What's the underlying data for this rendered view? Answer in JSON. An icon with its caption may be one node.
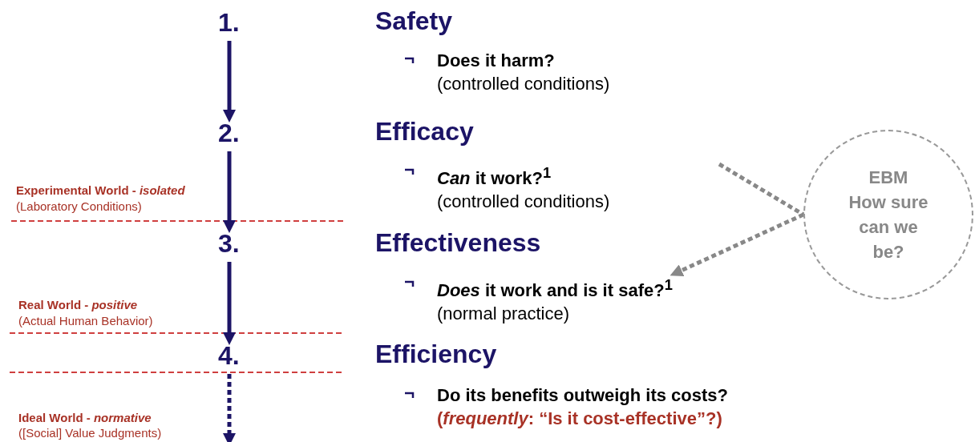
{
  "diagram": {
    "nodes": [
      {
        "text": [
          "1."
        ]
      },
      {
        "text": [
          "2."
        ]
      },
      {
        "text": [
          "3."
        ]
      },
      {
        "text": [
          "4."
        ]
      },
      {
        "text": [
          "EBM",
          "How sure can we be?"
        ]
      },
      {
        "text": [
          "*Can* it work?$^{1}$",
          "(controlled conditions)"
        ]
      },
      {
        "text": [
          "*Does* it work and is it safe?$^{1}$",
          "(normal practice)"
        ]
      }
    ],
    "edges": [
      {
        "from": 0,
        "to": 1,
        "arrow": "to"
      },
      {
        "from": 1,
        "to": 2,
        "arrow": "to"
      },
      {
        "from": 2,
        "to": 3,
        "arrow": "to"
      },
      {
        "from": 3,
        "to": null,
        "arrow": "to",
        "style": "dashed"
      },
      {
        "from": null,
        "to": 4,
        "arrow": "none",
        "style": "dashed",
        "color": "#888888"
      },
      {
        "from": 4,
        "to": 6,
        "arrow": "to",
        "style": "dashed",
        "color": "#888888"
      }
    ],
    "labels": [
      "Safety",
      "Does it harm?",
      "(controlled conditions)",
      "Efficacy",
      "Experimental World - *isolated*",
      "(Laboratory Conditions)",
      "Effectiveness",
      "Real World - *positive*",
      "(Actual Human Behavior)",
      "Efficiency",
      "Do its benefits outweigh its costs?",
      "(*frequently*:  “Is it cost-effective”?)",
      "Ideal World - *normative*",
      "([Social] Value Judgments)"
    ]
  }
}
